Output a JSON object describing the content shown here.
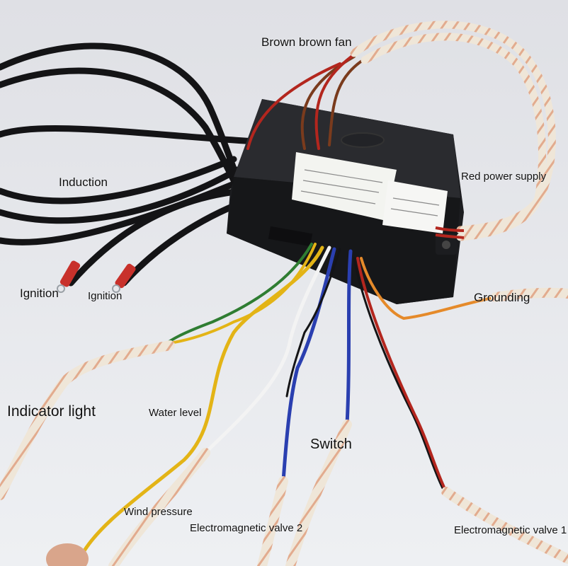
{
  "image": {
    "kind": "product-photo",
    "subject": "wiring-control-box",
    "colors": {
      "background": "#e9eaee",
      "box_body": "#1c1d20",
      "box_top": "#2a2b2f",
      "black_cable": "#141416",
      "red_wire": "#b3261e",
      "brown_wire": "#7a3b1d",
      "yellow_wire": "#e3b416",
      "green_wire": "#2f7d32",
      "white_wire": "#f3f3f3",
      "blue_wire": "#2a3fb0",
      "orange_wire": "#e58a2a",
      "sleeve": "#efe6d8",
      "sleeve_stripe": "#d67a52"
    }
  },
  "labels": {
    "brown_fan": "Brown brown fan",
    "induction": "Induction",
    "red_power_supply": "Red power supply",
    "ignition_left": "Ignition",
    "ignition_right": "Ignition",
    "grounding": "Grounding",
    "indicator_light": "Indicator light",
    "water_level": "Water level",
    "switch": "Switch",
    "wind_pressure": "Wind pressure",
    "valve_2": "Electromagnetic valve 2",
    "valve_1": "Electromagnetic valve 1"
  }
}
